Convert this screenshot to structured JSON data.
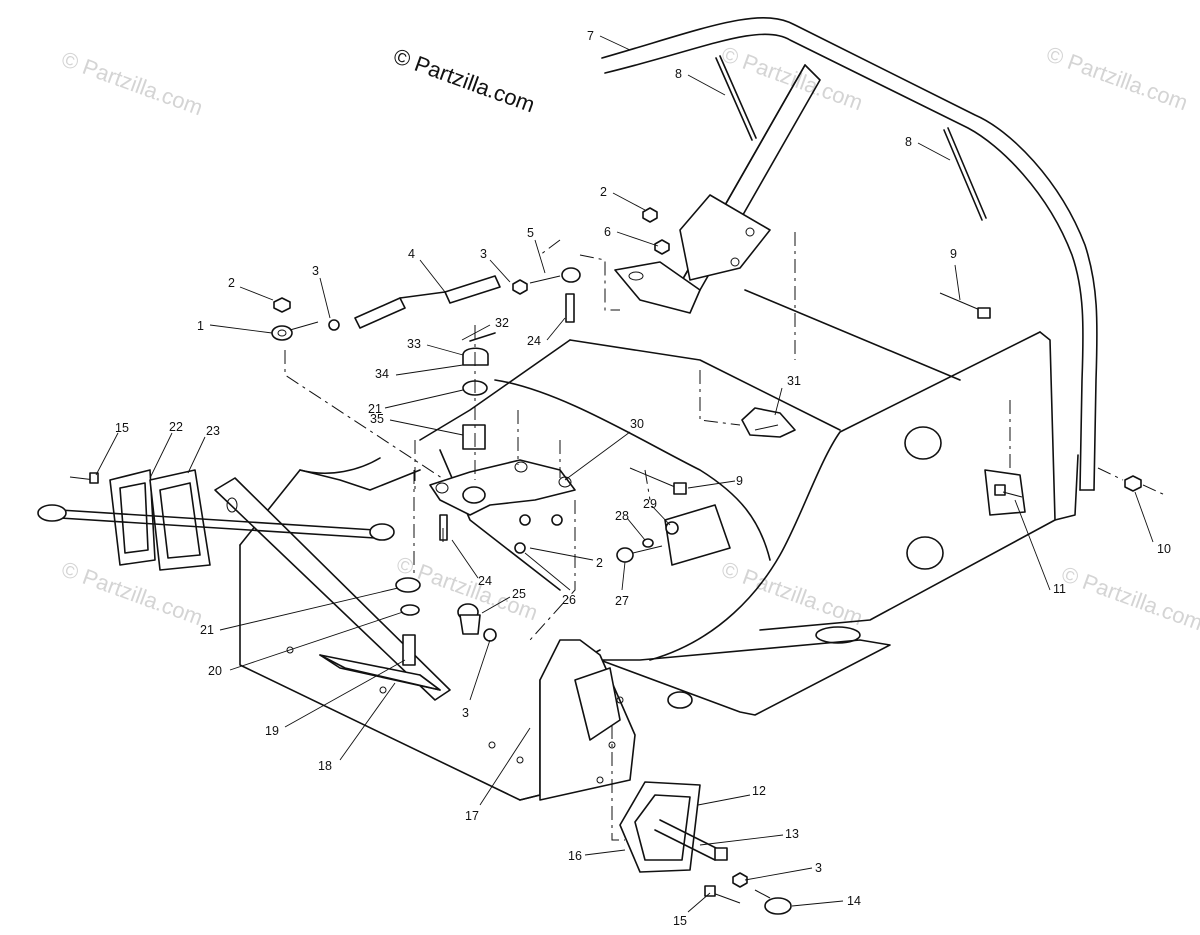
{
  "copyright": "© Partzilla.com",
  "watermark": "© Partzilla.com",
  "labels": {
    "l1": "1",
    "l2a": "2",
    "l2b": "2",
    "l2c": "2",
    "l3a": "3",
    "l3b": "3",
    "l3c": "3",
    "l3d": "3",
    "l4": "4",
    "l5": "5",
    "l6": "6",
    "l7": "7",
    "l8a": "8",
    "l8b": "8",
    "l9a": "9",
    "l9b": "9",
    "l10": "10",
    "l11": "11",
    "l12": "12",
    "l13": "13",
    "l14": "14",
    "l15a": "15",
    "l15b": "15",
    "l16": "16",
    "l17": "17",
    "l18": "18",
    "l19": "19",
    "l20": "20",
    "l21a": "21",
    "l21b": "21",
    "l22": "22",
    "l23": "23",
    "l24a": "24",
    "l24b": "24",
    "l25": "25",
    "l26": "26",
    "l27": "27",
    "l28": "28",
    "l29": "29",
    "l30": "30",
    "l31": "31",
    "l32": "32",
    "l33": "33",
    "l34": "34",
    "l35": "35"
  }
}
